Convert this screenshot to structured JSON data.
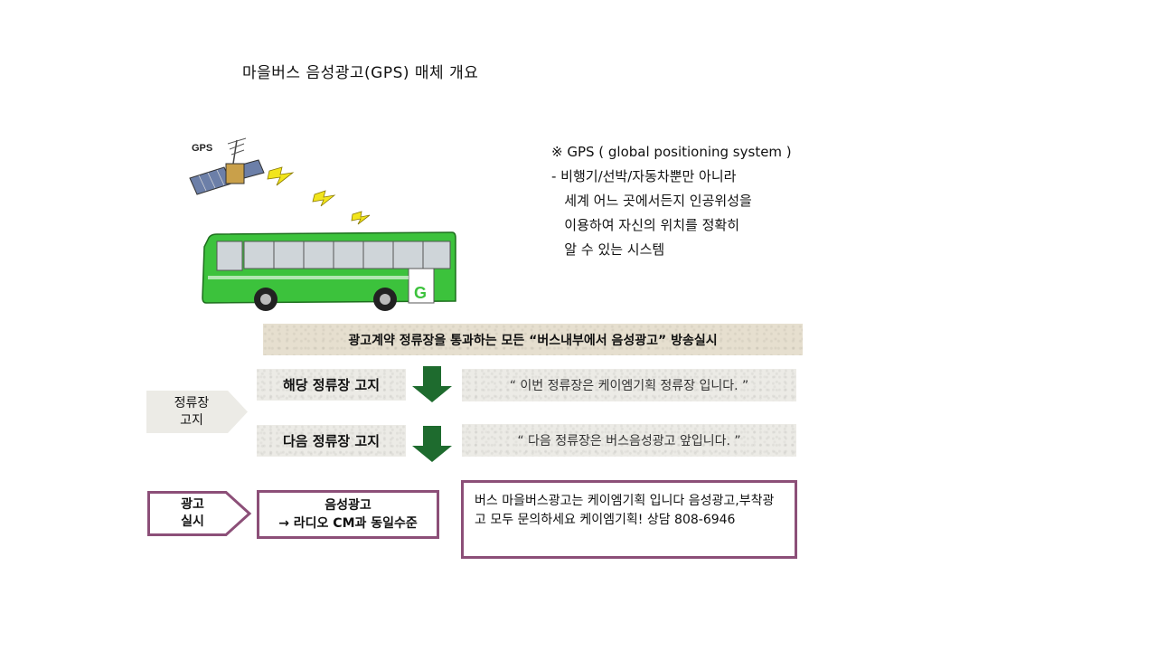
{
  "title": "마을버스 음성광고(GPS) 매체 개요",
  "illustration": {
    "gps_label": "GPS",
    "bus_badge": "G",
    "colors": {
      "bus": "#3cc23c",
      "bolt": "#f2e51c"
    }
  },
  "gps_description": {
    "heading": "※ GPS ( global positioning system )",
    "body": "- 비행기/선박/자동차뿐만 아니라\n   세계 어느 곳에서든지 인공위성을\n   이용하여 자신의 위치를 정확히\n   알 수 있는 시스템"
  },
  "banner": "광고계약 정류장을 통과하는 모든 “버스내부에서 음성광고” 방송실시",
  "notify_label": {
    "line1": "정류장",
    "line2": "고지"
  },
  "rows": [
    {
      "label": "해당 정류장 고지",
      "quote": "“ 이번 정류장은 케이엠기획 정류장 입니다. ”"
    },
    {
      "label": "다음 정류장 고지",
      "quote": "“ 다음 정류장은 버스음성광고 앞입니다. ”"
    }
  ],
  "ad_label": {
    "line1": "광고",
    "line2": "실시"
  },
  "audio_box": {
    "line1": "음성광고",
    "line2": "→ 라디오 CM과 동일수준"
  },
  "contact_text": "버스 마을버스광고는 케이엠기획 입니다 음성광고,부착광고 모두 문의하세요 케이엠기획! 상담 808-6946",
  "colors": {
    "accent_border": "#8c4f78",
    "arrow": "#1e6b2e",
    "banner_bg": "#e6dfcf"
  }
}
